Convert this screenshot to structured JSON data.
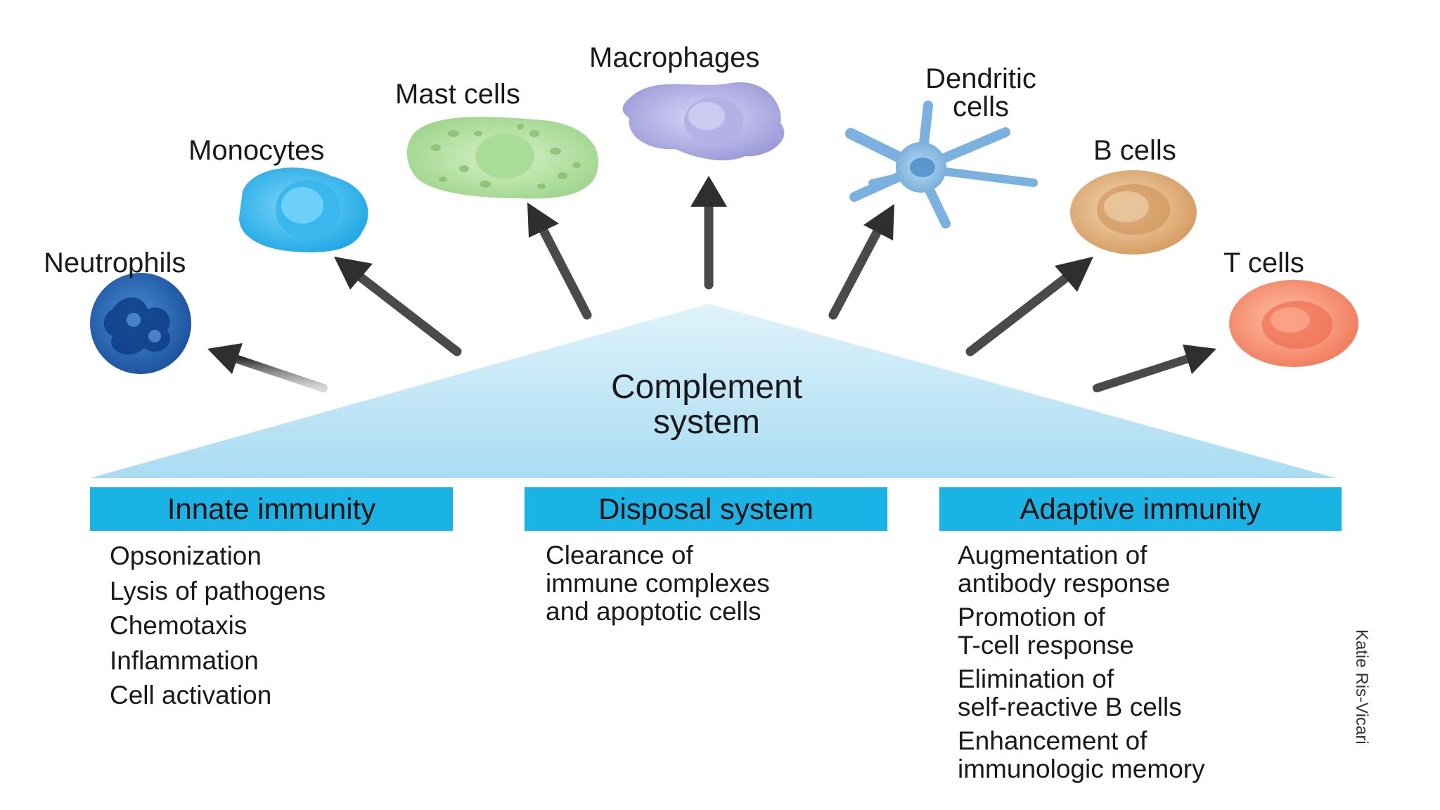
{
  "diagram": {
    "center_title": "Complement\nsystem",
    "cells": [
      {
        "label": "Neutrophils"
      },
      {
        "label": "Monocytes"
      },
      {
        "label": "Mast cells"
      },
      {
        "label": "Macrophages"
      },
      {
        "label": "Dendritic\ncells"
      },
      {
        "label": "B cells"
      },
      {
        "label": "T cells"
      }
    ],
    "sections": [
      {
        "title": "Innate immunity",
        "items": [
          "Opsonization",
          "Lysis of pathogens",
          "Chemotaxis",
          "Inflammation",
          "Cell activation"
        ]
      },
      {
        "title": "Disposal system",
        "items": [
          "Clearance of\nimmune complexes\nand apoptotic cells"
        ]
      },
      {
        "title": "Adaptive immunity",
        "items": [
          "Augmentation of\nantibody response",
          "Promotion of\nT-cell response",
          "Elimination of\nself-reactive B cells",
          "Enhancement of\nimmunologic memory"
        ]
      }
    ],
    "credit": "Katie Ris-Vicari",
    "colors": {
      "header_fill": "#1ab3e6",
      "triangle_fill": "#bfe6f7",
      "arrow": "#3a3a3a"
    }
  }
}
